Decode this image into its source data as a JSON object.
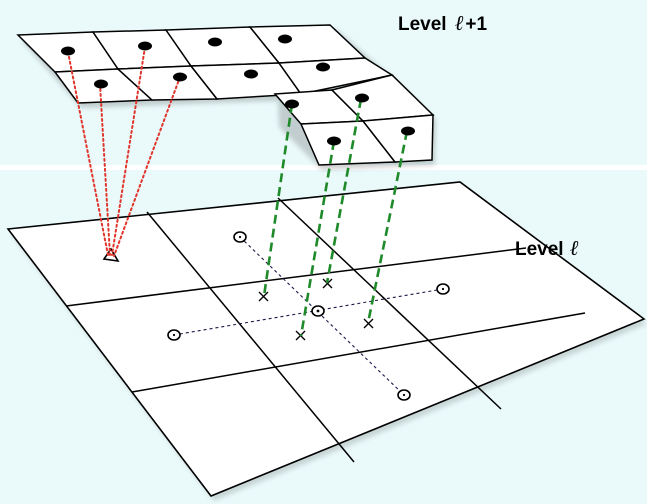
{
  "labels": {
    "upper_word": "Level",
    "upper_symbol": "ℓ",
    "upper_suffix": "+1",
    "lower_word": "Level",
    "lower_symbol": "ℓ"
  },
  "colors": {
    "background": "#eafafb",
    "grid_line": "#000000",
    "red_dotted": "#e0352b",
    "green_dashed": "#1f8a2a",
    "center_dashed": "#1a1a4a"
  }
}
